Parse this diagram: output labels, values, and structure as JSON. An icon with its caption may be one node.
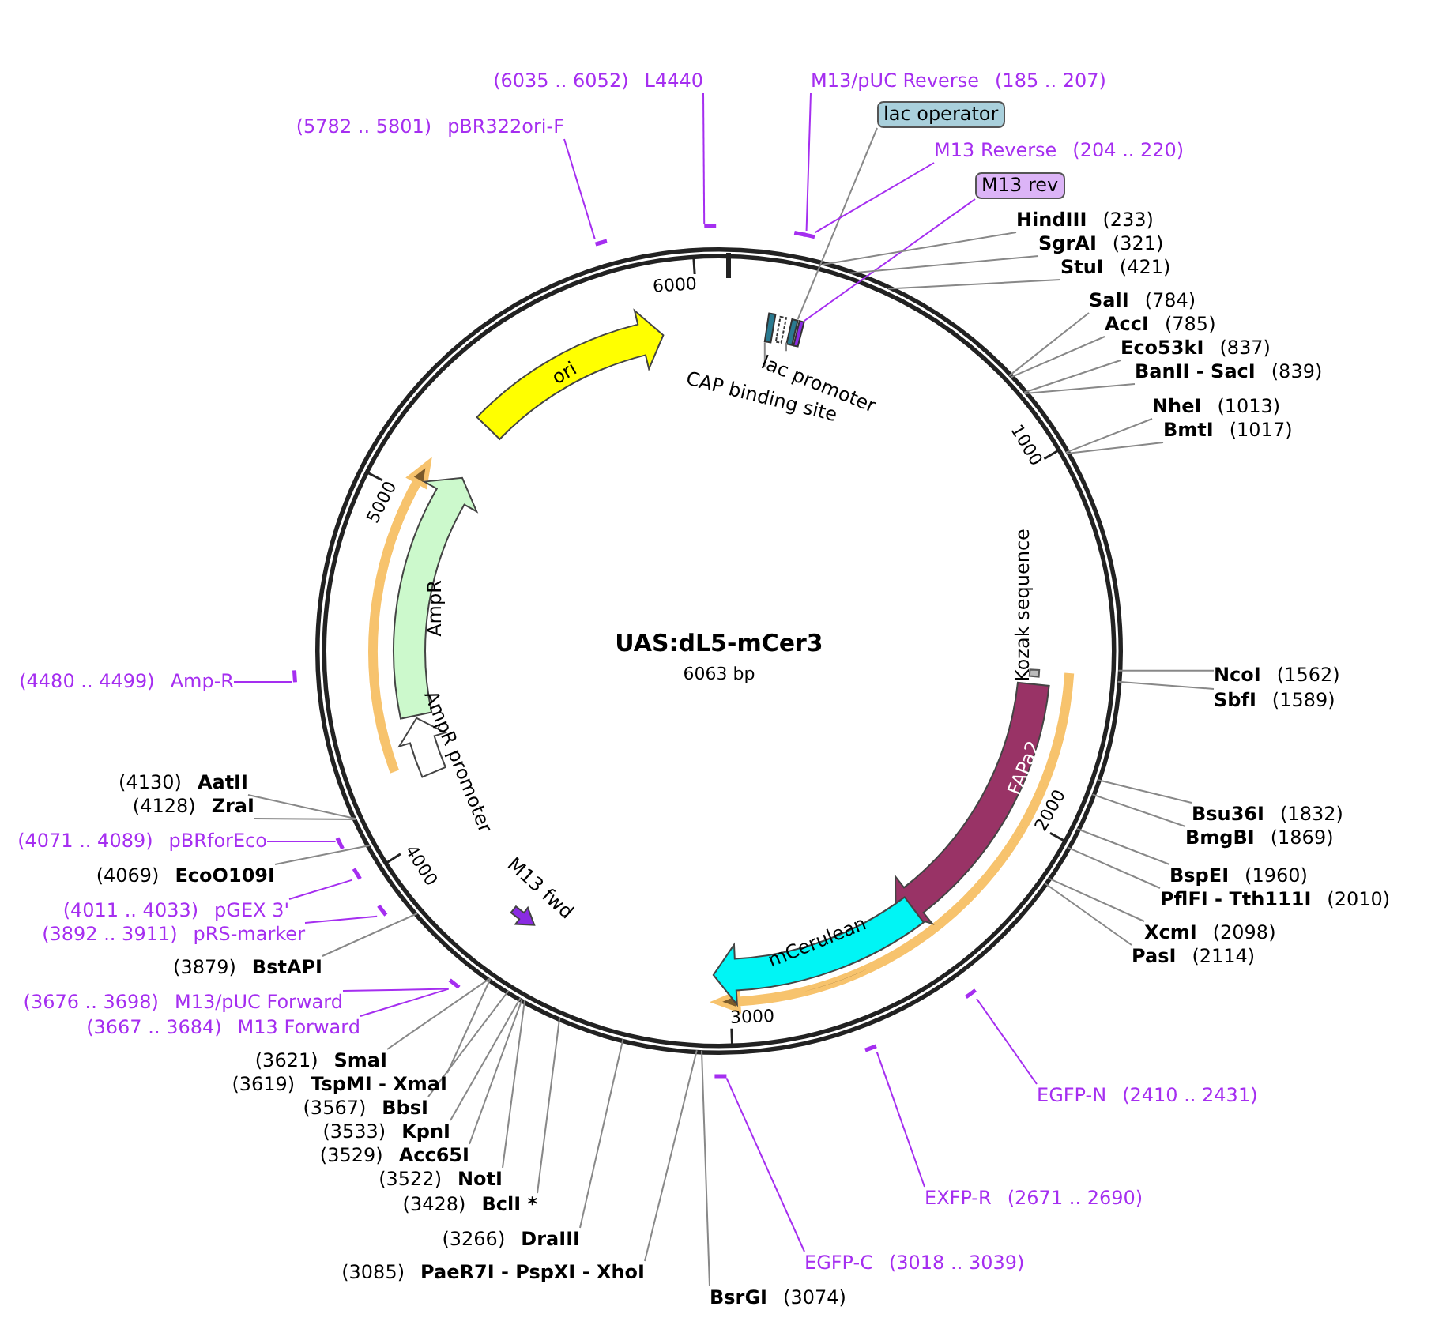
{
  "diagram": {
    "title": "UAS:dL5-mCer3",
    "nodes": [
      {
        "text": [
          "(6035 .. 6052)",
          "L4440"
        ]
      },
      {
        "text": [
          "M13/pUC Reverse",
          "(185 .. 207)"
        ]
      },
      {
        "text": [
          "lac operator"
        ]
      },
      {
        "text": [
          "(5782 .. 5801)",
          "pBR322ori-F"
        ]
      },
      {
        "text": [
          "M13 Reverse",
          "(204 .. 220)"
        ]
      },
      {
        "text": [
          "M13 rev"
        ]
      },
      {
        "text": [
          "HindIII",
          "(233)"
        ]
      },
      {
        "text": [
          "SgrAI",
          "(321)"
        ]
      },
      {
        "text": [
          "StuI",
          "(421)"
        ]
      },
      {
        "text": [
          "SalI",
          "(784)"
        ]
      },
      {
        "text": [
          "AccI",
          "(785)"
        ]
      },
      {
        "text": [
          "Eco53kI",
          "(837)"
        ]
      },
      {
        "text": [
          "BanII - SacI",
          "(839)"
        ]
      },
      {
        "text": [
          "NheI",
          "(1013)"
        ]
      },
      {
        "text": [
          "BmtI",
          "(1017)"
        ]
      },
      {
        "text": [
          "NcoI",
          "(1562)"
        ]
      },
      {
        "text": [
          "SbfI",
          "(1589)"
        ]
      },
      {
        "text": [
          "Bsu36I",
          "(1832)"
        ]
      },
      {
        "text": [
          "BmgBI",
          "(1869)"
        ]
      },
      {
        "text": [
          "BspEI",
          "(1960)"
        ]
      },
      {
        "text": [
          "PflFI - Tth111I",
          "(2010)"
        ]
      },
      {
        "text": [
          "XcmI",
          "(2098)"
        ]
      },
      {
        "text": [
          "PasI",
          "(2114)"
        ]
      },
      {
        "text": [
          "EGFP-N",
          "(2410 .. 2431)"
        ]
      },
      {
        "text": [
          "EXFP-R",
          "(2671 .. 2690)"
        ]
      },
      {
        "text": [
          "EGFP-C",
          "(3018 .. 3039)"
        ]
      },
      {
        "text": [
          "BsrGI",
          "(3074)"
        ]
      },
      {
        "text": [
          "(3085)",
          "PaeR7I - PspXI - XhoI"
        ]
      },
      {
        "text": [
          "(3266)",
          "DraIII"
        ]
      },
      {
        "text": [
          "(3428)",
          "BclI *"
        ]
      },
      {
        "text": [
          "(3522)",
          "NotI"
        ]
      },
      {
        "text": [
          "(3529)",
          "Acc65I"
        ]
      },
      {
        "text": [
          "(3533)",
          "KpnI"
        ]
      },
      {
        "text": [
          "(3567)",
          "BbsI"
        ]
      },
      {
        "text": [
          "(3619)",
          "TspMI - XmaI"
        ]
      },
      {
        "text": [
          "(3621)",
          "SmaI"
        ]
      },
      {
        "text": [
          "(3676 .. 3698)",
          "M13/pUC Forward"
        ]
      },
      {
        "text": [
          "(3667 .. 3684)",
          "M13 Forward"
        ]
      },
      {
        "text": [
          "(3879)",
          "BstAPI"
        ]
      },
      {
        "text": [
          "(4011 .. 4033)",
          "pGEX 3'"
        ]
      },
      {
        "text": [
          "(3892 .. 3911)",
          "pRS-marker"
        ]
      },
      {
        "text": [
          "(4069)",
          "EcoO109I"
        ]
      },
      {
        "text": [
          "(4071 .. 4089)",
          "pBRforEco"
        ]
      },
      {
        "text": [
          "(4130)",
          "AatII"
        ]
      },
      {
        "text": [
          "(4128)",
          "ZraI"
        ]
      },
      {
        "text": [
          "(4480 .. 4499)",
          "Amp-R"
        ]
      },
      {
        "text": [
          "ori"
        ]
      },
      {
        "text": [
          "AmpR"
        ]
      },
      {
        "text": [
          "AmpR promoter"
        ]
      },
      {
        "text": [
          "lac promoter"
        ]
      },
      {
        "text": [
          "CAP binding site"
        ]
      },
      {
        "text": [
          "Kozak sequence"
        ]
      },
      {
        "text": [
          "FAPa2"
        ]
      },
      {
        "text": [
          "mCerulean"
        ]
      },
      {
        "text": [
          "M13 fwd"
        ]
      },
      {
        "text": [],
        "shape": "box"
      },
      {
        "text": [],
        "shape": "box"
      },
      {
        "text": [],
        "shape": "box"
      },
      {
        "text": [],
        "shape": "box"
      },
      {
        "text": [],
        "shape": "bar"
      },
      {
        "text": [],
        "shape": "bar"
      },
      {
        "text": [],
        "shape": "bar"
      },
      {
        "text": [],
        "shape": "bar"
      },
      {
        "text": [],
        "shape": "bar"
      },
      {
        "text": [],
        "shape": "bar"
      },
      {
        "text": [],
        "shape": "bar"
      },
      {
        "text": [],
        "shape": "bar"
      },
      {
        "text": [],
        "shape": "bar"
      },
      {
        "text": [],
        "shape": "bar"
      },
      {
        "text": [],
        "shape": "bar"
      },
      {
        "text": [],
        "shape": "bar"
      }
    ],
    "edges": [
      {
        "from": 0,
        "to": 60,
        "arrow": "none",
        "color": "#a52ef0"
      },
      {
        "from": 1,
        "to": 61,
        "arrow": "none",
        "color": "#a52ef0"
      },
      {
        "from": 2,
        "to": 57,
        "arrow": "none"
      },
      {
        "from": 3,
        "to": 59,
        "arrow": "none",
        "color": "#a52ef0"
      },
      {
        "from": 4,
        "to": 62,
        "arrow": "none",
        "color": "#a52ef0"
      },
      {
        "from": 5,
        "to": 58,
        "arrow": "none",
        "color": "#a52ef0"
      },
      {
        "from": 6,
        "to": null,
        "arrow": "none"
      },
      {
        "from": 7,
        "to": null,
        "arrow": "none"
      },
      {
        "from": 8,
        "to": null,
        "arrow": "none"
      },
      {
        "from": 9,
        "to": null,
        "arrow": "none"
      },
      {
        "from": 10,
        "to": null,
        "arrow": "none"
      },
      {
        "from": 11,
        "to": null,
        "arrow": "none"
      },
      {
        "from": 12,
        "to": null,
        "arrow": "none"
      },
      {
        "from": 13,
        "to": null,
        "arrow": "none"
      },
      {
        "from": 14,
        "to": null,
        "arrow": "none"
      },
      {
        "from": 15,
        "to": null,
        "arrow": "none"
      },
      {
        "from": 16,
        "to": null,
        "arrow": "none"
      },
      {
        "from": 17,
        "to": null,
        "arrow": "none"
      },
      {
        "from": 18,
        "to": null,
        "arrow": "none"
      },
      {
        "from": 19,
        "to": null,
        "arrow": "none"
      },
      {
        "from": 20,
        "to": null,
        "arrow": "none"
      },
      {
        "from": 21,
        "to": null,
        "arrow": "none"
      },
      {
        "from": 22,
        "to": null,
        "arrow": "none"
      },
      {
        "from": 23,
        "to": 63,
        "arrow": "none",
        "color": "#a52ef0"
      },
      {
        "from": 24,
        "to": 64,
        "arrow": "none",
        "color": "#a52ef0"
      },
      {
        "from": 25,
        "to": 65,
        "arrow": "none",
        "color": "#a52ef0"
      },
      {
        "from": 26,
        "to": null,
        "arrow": "none"
      },
      {
        "from": 27,
        "to": null,
        "arrow": "none"
      },
      {
        "from": 28,
        "to": null,
        "arrow": "none"
      },
      {
        "from": 29,
        "to": null,
        "arrow": "none"
      },
      {
        "from": 30,
        "to": null,
        "arrow": "none"
      },
      {
        "from": 31,
        "to": null,
        "arrow": "none"
      },
      {
        "from": 32,
        "to": null,
        "arrow": "none"
      },
      {
        "from": 33,
        "to": null,
        "arrow": "none"
      },
      {
        "from": 34,
        "to": null,
        "arrow": "none"
      },
      {
        "from": 35,
        "to": null,
        "arrow": "none"
      },
      {
        "from": 36,
        "to": 66,
        "arrow": "none",
        "color": "#a52ef0"
      },
      {
        "from": 37,
        "to": 66,
        "arrow": "none",
        "color": "#a52ef0"
      },
      {
        "from": 38,
        "to": null,
        "arrow": "none"
      },
      {
        "from": 39,
        "to": 68,
        "arrow": "none",
        "color": "#a52ef0"
      },
      {
        "from": 40,
        "to": 67,
        "arrow": "none",
        "color": "#a52ef0"
      },
      {
        "from": 41,
        "to": null,
        "arrow": "none"
      },
      {
        "from": 42,
        "to": 69,
        "arrow": "none",
        "color": "#a52ef0"
      },
      {
        "from": 43,
        "to": null,
        "arrow": "none"
      },
      {
        "from": 44,
        "to": null,
        "arrow": "none"
      },
      {
        "from": 45,
        "to": 70,
        "arrow": "none",
        "color": "#a52ef0"
      },
      {
        "from": 49,
        "to": 56,
        "arrow": "none"
      },
      {
        "from": 50,
        "to": 55,
        "arrow": "none"
      }
    ],
    "labels": [
      "6000",
      "1000",
      "5000",
      "6063 bp",
      "2000",
      "4000",
      "3000"
    ]
  }
}
